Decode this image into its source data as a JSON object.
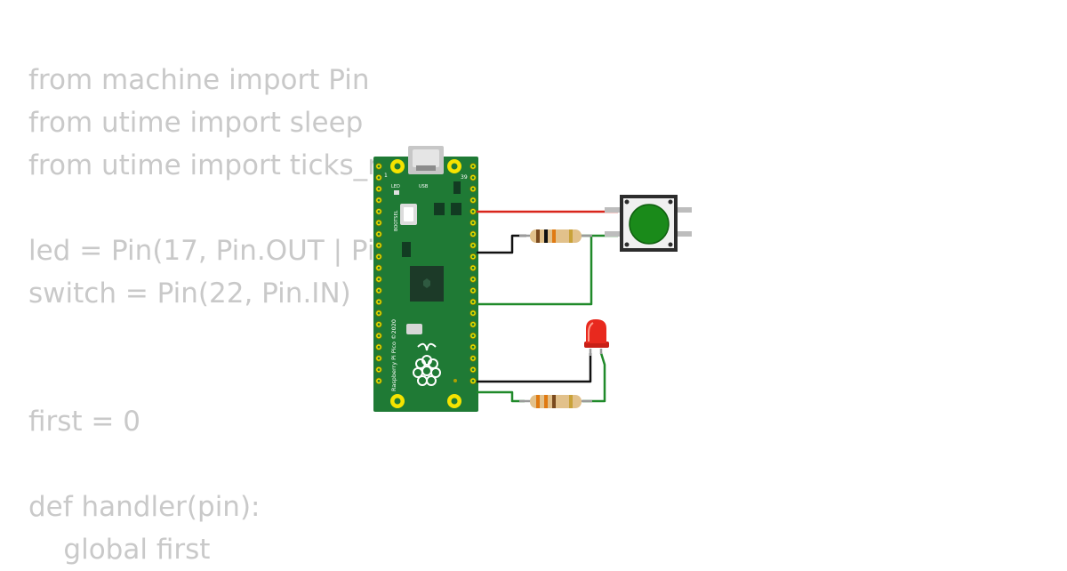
{
  "code": {
    "lines": [
      "from machine import Pin",
      "from utime import sleep",
      "from utime import ticks_ms",
      "",
      "led = Pin(17, Pin.OUT | Pin.IN)",
      "switch = Pin(22, Pin.IN)",
      "",
      "",
      "first = 0",
      "",
      "def handler(pin):",
      "    global first"
    ]
  },
  "board": {
    "pin_label_1": "1",
    "pin_label_39": "39",
    "usb_label": "USB",
    "led_label": "LED",
    "bootsel_label": "BOOTSEL",
    "name_label": "Raspberry Pi Pico ©2020"
  },
  "colors": {
    "board_green": "#1f7a35",
    "wire_red": "#d9261c",
    "wire_black": "#111111",
    "wire_green": "#208a2a",
    "button_green": "#1a8a1a",
    "led_red": "#e8291e"
  }
}
